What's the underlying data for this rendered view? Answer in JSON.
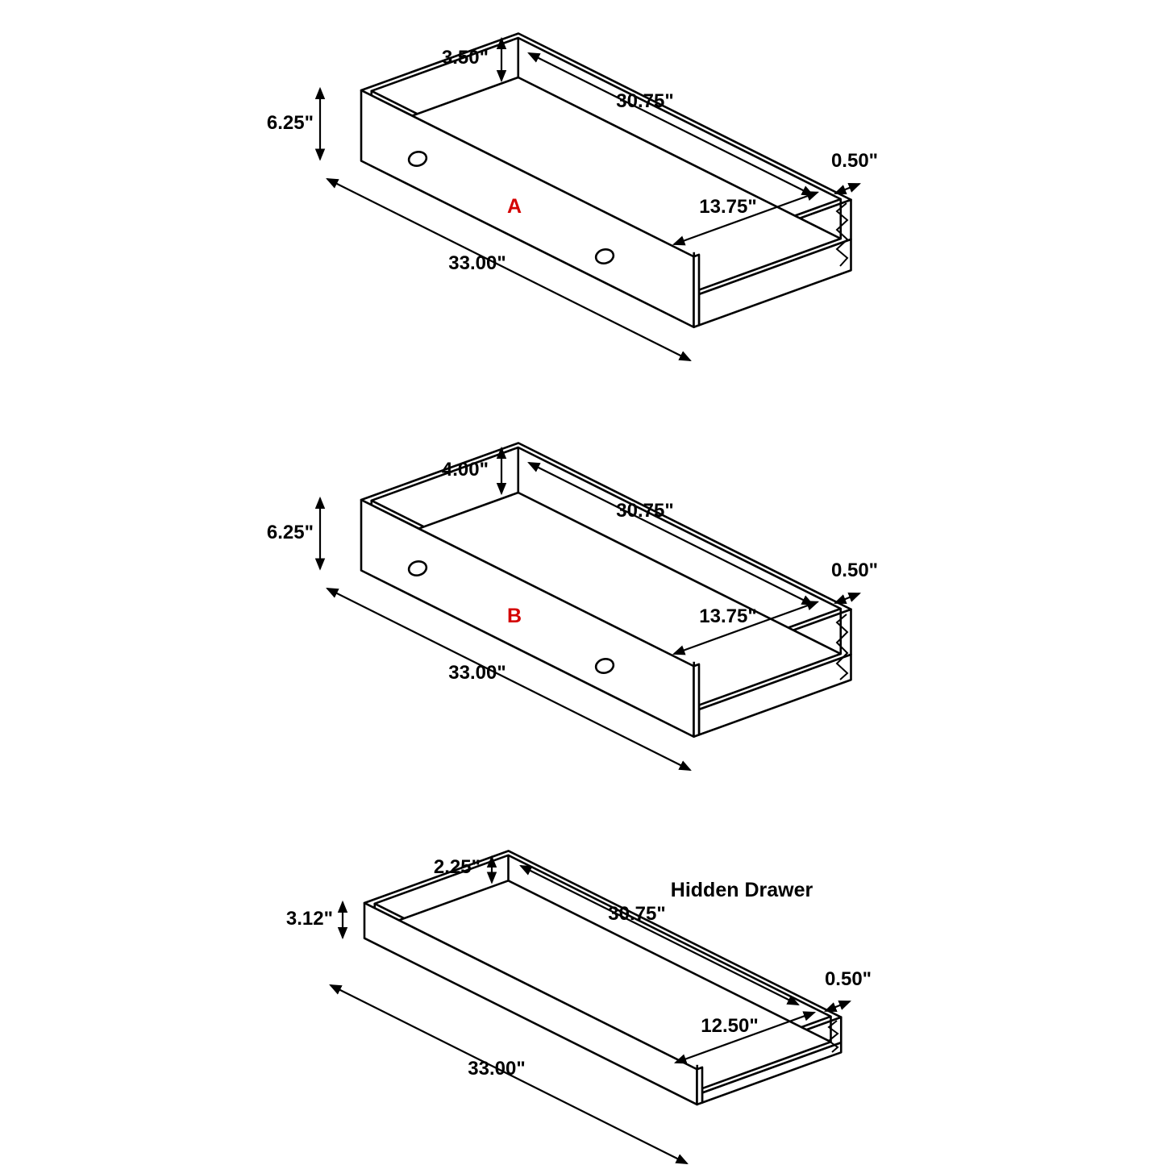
{
  "diagram_title": "Drawer dimension diagram",
  "colors": {
    "line": "#000000",
    "dimension_text": "#000000",
    "drawer_letter": "#d40000"
  },
  "drawers": [
    {
      "id": "A",
      "label": "A",
      "label_color": "#d40000",
      "dimensions": {
        "inner_height": "3.50\"",
        "inner_length": "30.75\"",
        "front_height": "6.25\"",
        "thickness": "0.50\"",
        "inner_width": "13.75\"",
        "total_length": "33.00\""
      }
    },
    {
      "id": "B",
      "label": "B",
      "label_color": "#d40000",
      "dimensions": {
        "inner_height": "4.00\"",
        "inner_length": "30.75\"",
        "front_height": "6.25\"",
        "thickness": "0.50\"",
        "inner_width": "13.75\"",
        "total_length": "33.00\""
      }
    },
    {
      "id": "hidden",
      "label": "Hidden Drawer",
      "label_color": "#000000",
      "dimensions": {
        "inner_height": "2.25\"",
        "inner_length": "30.75\"",
        "front_height": "3.12\"",
        "thickness": "0.50\"",
        "inner_width": "12.50\"",
        "total_length": "33.00\""
      }
    }
  ]
}
